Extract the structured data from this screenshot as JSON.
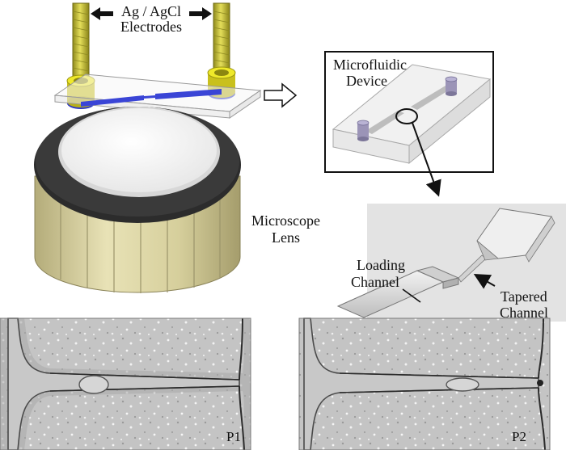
{
  "labels": {
    "electrodes_line1": "Ag / AgCl",
    "electrodes_line2": "Electrodes",
    "device_line1": "Microfluidic",
    "device_line2": "Device",
    "lens_line1": "Microscope",
    "lens_line2": "Lens",
    "loading_line1": "Loading",
    "loading_line2": "Channel",
    "tapered_line1": "Tapered",
    "tapered_line2": "Channel"
  },
  "panels": [
    {
      "label": "P1"
    },
    {
      "label": "P2"
    }
  ],
  "colors": {
    "electrode": "#c8c33a",
    "electrode_cap": "#e2dc1c",
    "channel": "#3a45d6",
    "lens_body": "#d9d2a0",
    "lens_rim": "#2c2c2c",
    "micrograph_bg": "#c6c6c6"
  }
}
